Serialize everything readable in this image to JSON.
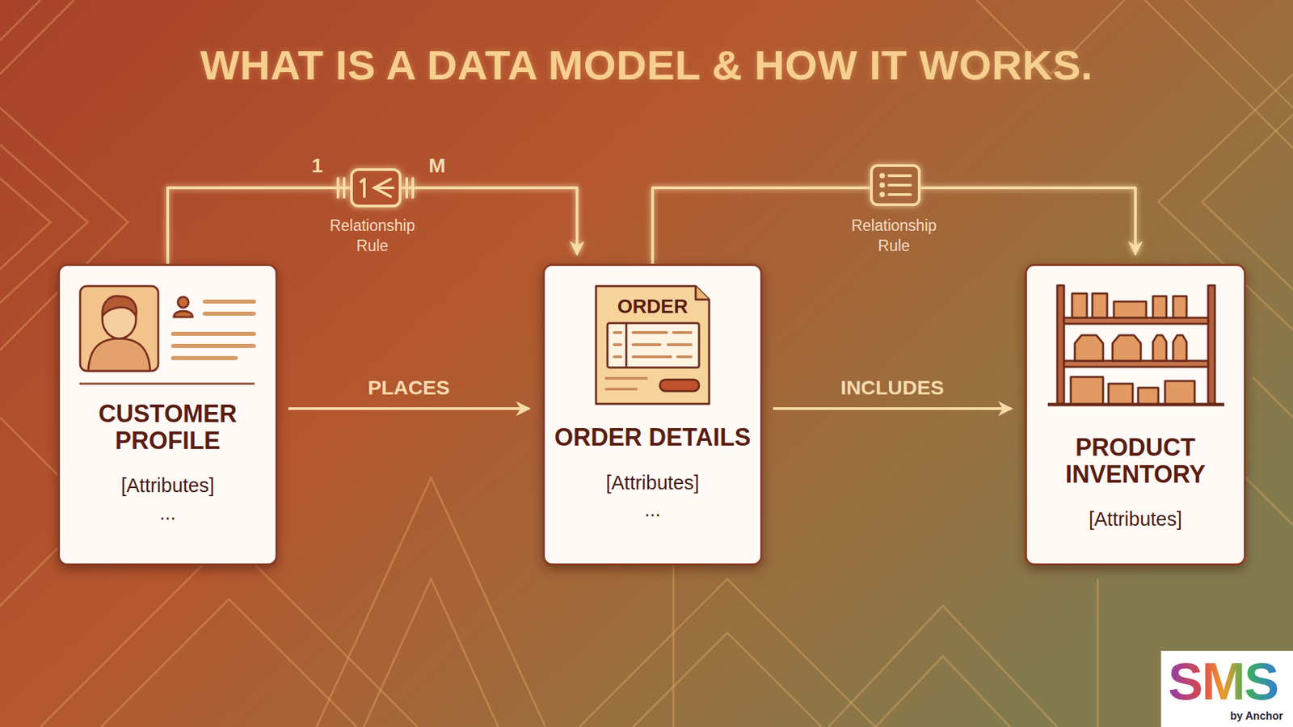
{
  "diagram": {
    "title": "WHAT IS A DATA MODEL & HOW IT WORKS.",
    "nodes": [
      {
        "text": [
          "CUSTOMER PROFILE",
          "[Attributes]",
          "..."
        ]
      },
      {
        "text": [
          "ORDER DETAILS",
          "[Attributes]",
          "..."
        ]
      },
      {
        "text": [
          "PRODUCT INVENTORY",
          "[Attributes]"
        ]
      }
    ],
    "edges": [
      {
        "from": 0,
        "to": 1,
        "label": "Relationship Rule",
        "arrow": "to"
      },
      {
        "from": 1,
        "to": 2,
        "label": "Relationship Rule",
        "arrow": "to"
      },
      {
        "from": 0,
        "to": 1,
        "label": "PLACES",
        "arrow": "to"
      },
      {
        "from": 1,
        "to": 2,
        "label": "INCLUDES",
        "arrow": "to"
      }
    ],
    "labels": [
      "1",
      "M",
      "ORDER",
      "SMS",
      "by Anchor"
    ]
  }
}
